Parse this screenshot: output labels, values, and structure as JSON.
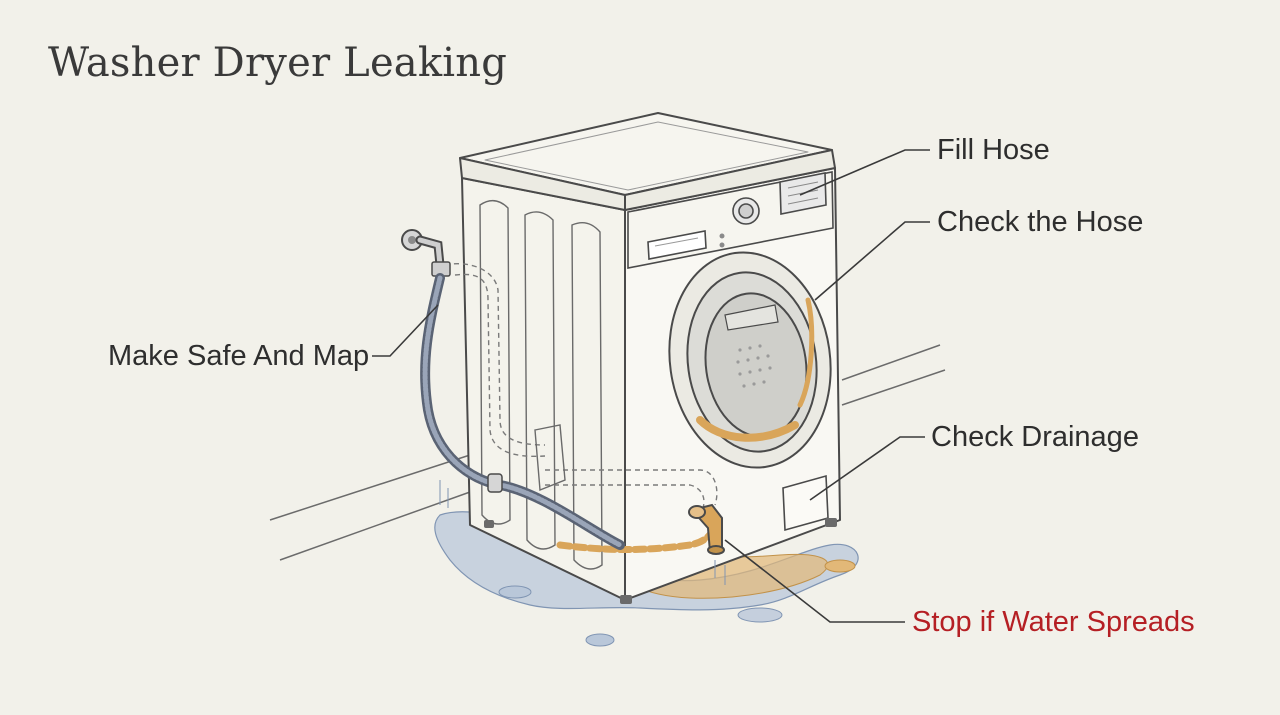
{
  "title": "Washer Dryer Leaking",
  "labels": {
    "fill_hose": "Fill Hose",
    "check_hose": "Check the Hose",
    "make_safe": "Make Safe And Map",
    "check_drainage": "Check Drainage",
    "stop_spread": "Stop if Water Spreads"
  },
  "colors": {
    "background": "#f2f1ea",
    "line": "#4a4a4a",
    "water_blue": "#9fb3cc",
    "water_rust": "#d9a55a",
    "alert_red": "#b51f24"
  }
}
